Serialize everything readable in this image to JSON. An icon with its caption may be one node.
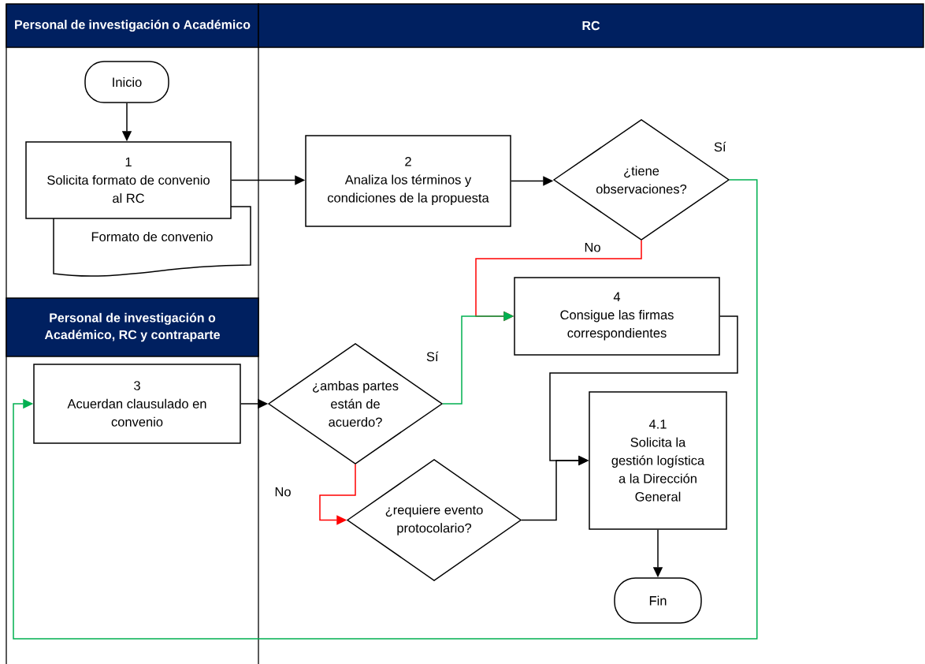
{
  "diagram": {
    "nodes": [
      {
        "text": [
          "Personal de investigación o Académico"
        ]
      },
      {
        "text": [
          "RC"
        ]
      },
      {
        "text": [
          "Inicio"
        ]
      },
      {
        "text": [
          "1",
          "Solicita formato de convenio al RC"
        ]
      },
      {
        "text": [
          "Formato de convenio"
        ]
      },
      {
        "text": [
          "2",
          "Analiza los términos y condiciones de la propuesta"
        ]
      },
      {
        "text": [
          "¿tiene observaciones?"
        ]
      },
      {
        "text": [
          "Personal de investigación o Académico, RC y contraparte"
        ]
      },
      {
        "text": [
          "3",
          "Acuerdan clausulado en convenio"
        ]
      },
      {
        "text": [
          "¿ambas partes están de acuerdo?"
        ]
      },
      {
        "text": [
          "4",
          "Consigue las firmas correspondientes"
        ]
      },
      {
        "text": [
          "¿requiere evento protocolario?"
        ]
      },
      {
        "text": [
          "4.1",
          "Solicita la gestión logística a la Dirección General"
        ]
      },
      {
        "text": [
          "Fin"
        ]
      }
    ],
    "edges": [
      {
        "from": 2,
        "to": 3,
        "arrow": "to"
      },
      {
        "from": 3,
        "to": 5,
        "arrow": "to"
      },
      {
        "from": 5,
        "to": 6,
        "arrow": "to"
      },
      {
        "from": 6,
        "to": 8,
        "arrow": "to",
        "label": "Sí",
        "color": "#00b050"
      },
      {
        "from": 6,
        "to": 10,
        "arrow": "to",
        "label": "No",
        "color": "#ff0000"
      },
      {
        "from": 8,
        "to": 9,
        "arrow": "to"
      },
      {
        "from": 9,
        "to": 10,
        "arrow": "to",
        "label": "Sí",
        "color": "#00b050"
      },
      {
        "from": 9,
        "to": 11,
        "arrow": "to",
        "label": "No",
        "color": "#ff0000"
      },
      {
        "from": 10,
        "to": 12,
        "arrow": "to"
      },
      {
        "from": 11,
        "to": 12,
        "arrow": "to"
      },
      {
        "from": 12,
        "to": 13,
        "arrow": "to"
      }
    ]
  }
}
